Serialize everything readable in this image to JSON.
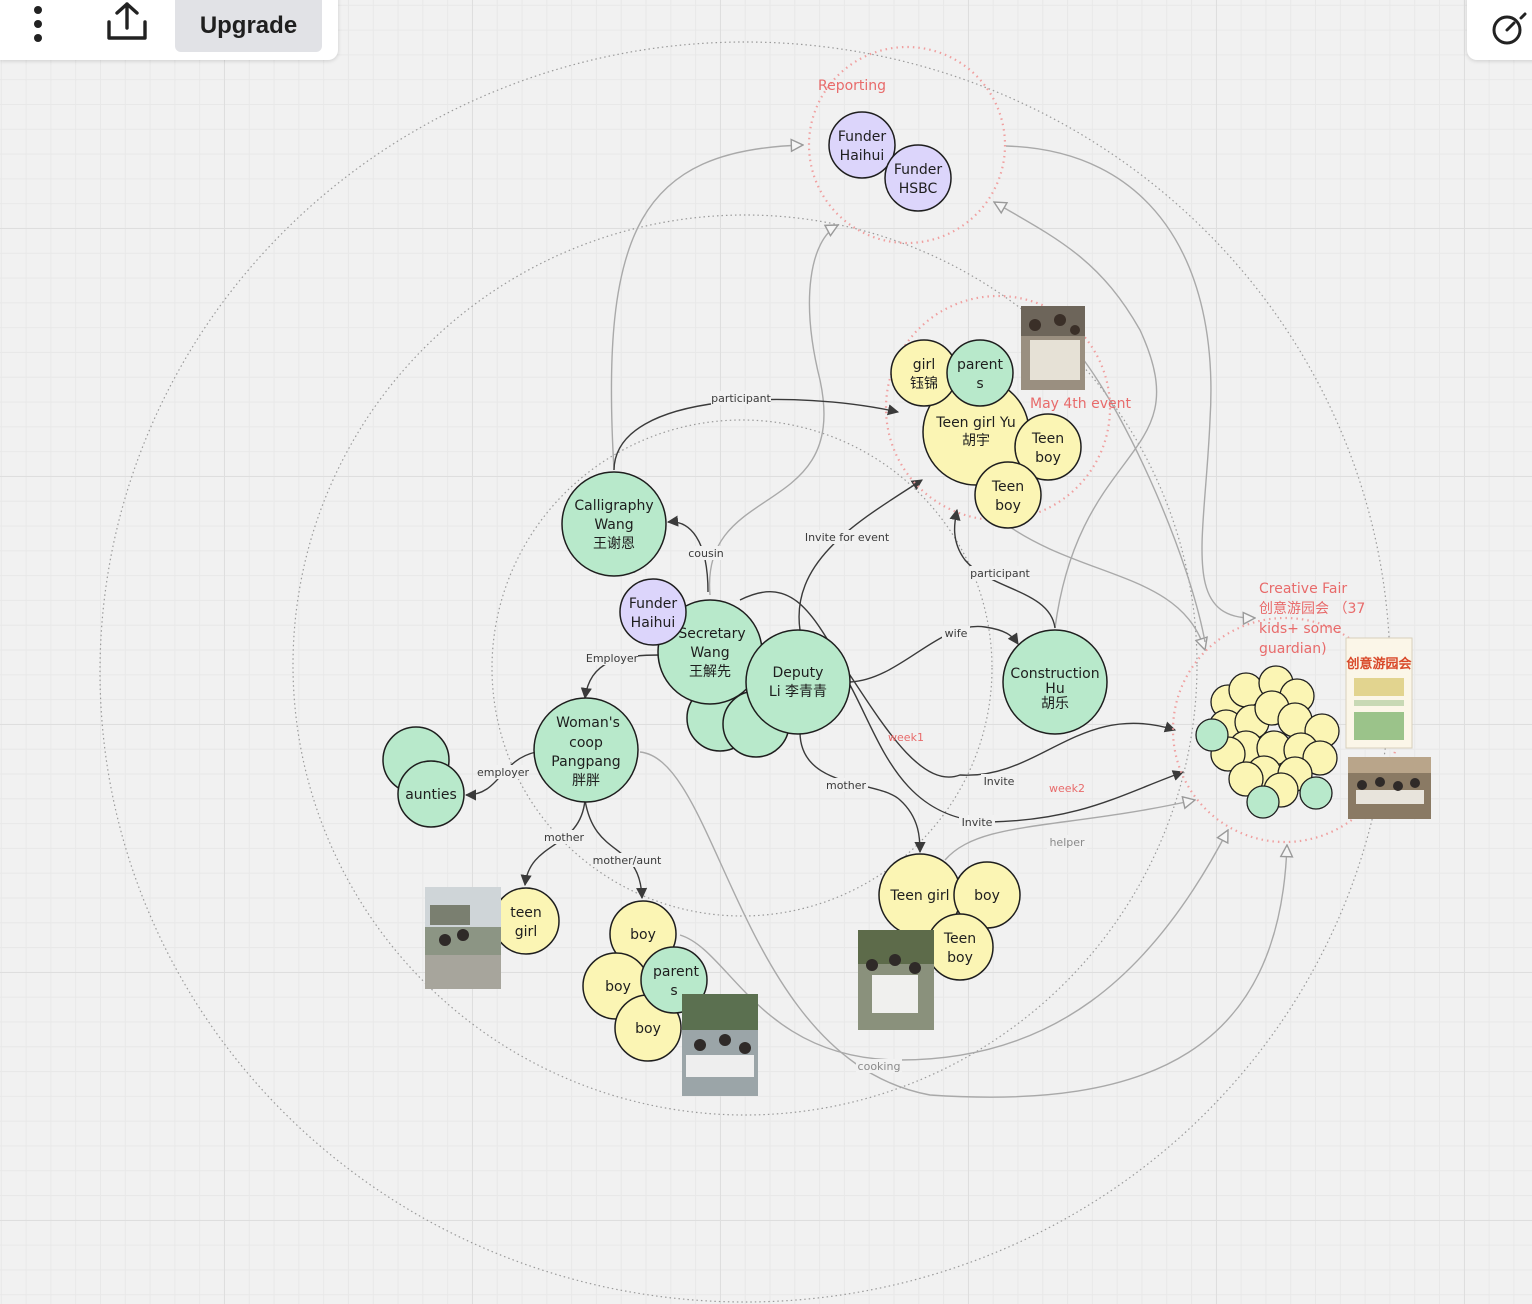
{
  "toolbar": {
    "menu_icon": "kebab-menu-icon",
    "share_icon": "share-upload-icon",
    "upgrade_label": "Upgrade",
    "timer_icon": "timer-icon"
  },
  "colors": {
    "green_node": "#b8e9cb",
    "yellow_node": "#fbf5b4",
    "purple_node": "#dcd5fb",
    "group_ring": "#f0a0a0",
    "group_text": "#e86b6b",
    "edge": "#3a3a3a"
  },
  "groups": {
    "reporting": "Reporting",
    "may4": "May 4th event",
    "creative_fair_line1": "Creative Fair",
    "creative_fair_line2": "创意游园会 （37",
    "creative_fair_line3": "kids+ some",
    "creative_fair_line4": "guardian)"
  },
  "nodes": {
    "funder_haihui_top": [
      "Funder",
      "Haihui"
    ],
    "funder_hsbc": [
      "Funder",
      "HSBC"
    ],
    "girl_yujin": [
      "girl",
      "钰锦"
    ],
    "parents_top": [
      "parent",
      "s"
    ],
    "teen_girl_yu": [
      "Teen girl Yu",
      "胡宇"
    ],
    "teen_boy_1": [
      "Teen",
      "boy"
    ],
    "teen_boy_2": [
      "Teen",
      "boy"
    ],
    "calligraphy_wang": [
      "Calligraphy",
      "Wang",
      "王谢恩"
    ],
    "funder_haihui_mid": [
      "Funder",
      "Haihui"
    ],
    "secretary_wang": [
      "Secretary",
      "Wang",
      "王解先"
    ],
    "deputy_li": [
      "Deputy",
      "Li 李青青"
    ],
    "construction_hu": [
      "Construction",
      "Hu",
      "胡乐"
    ],
    "womans_coop": [
      "Woman's",
      "coop",
      "Pangpang",
      "胖胖"
    ],
    "aunties": [
      "aunties"
    ],
    "teen_girl_left": [
      "teen",
      "girl"
    ],
    "boy_a": [
      "boy"
    ],
    "boy_b": [
      "boy"
    ],
    "parents_bottom": [
      "parent",
      "s"
    ],
    "boy_c": [
      "boy"
    ],
    "teen_girl_mid": [
      "Teen girl"
    ],
    "boy_mid": [
      "boy"
    ],
    "teen_boy_mid": [
      "Teen",
      "boy"
    ]
  },
  "edges": {
    "participant_top": "participant",
    "cousin": "cousin",
    "invite_for_event": "Invite for event",
    "participant_right": "participant",
    "wife": "wife",
    "employer_top": "Employer",
    "employer_left": "employer",
    "week1": "week1",
    "invite_1": "Invite",
    "week2": "week2",
    "mother_deputy": "mother",
    "invite_2": "Invite",
    "helper": "helper",
    "mother_coop": "mother",
    "mother_aunt": "mother/aunt",
    "cooking": "cooking"
  },
  "poster": {
    "title": "创意游园会"
  }
}
